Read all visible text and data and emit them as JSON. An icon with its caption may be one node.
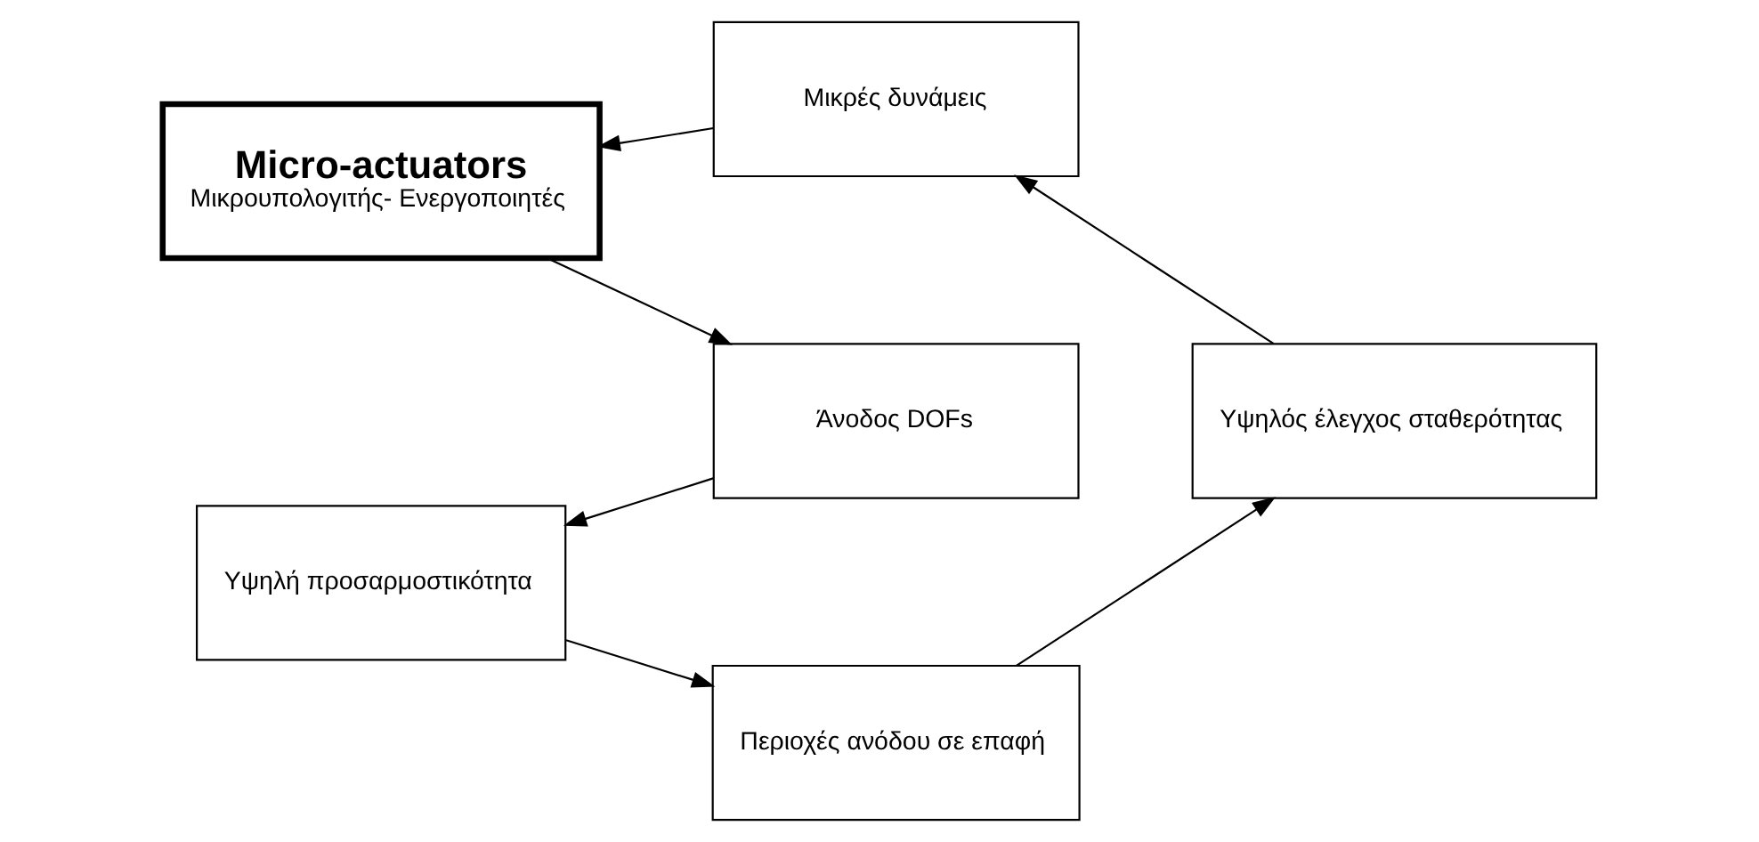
{
  "diagram": {
    "nodes": [
      {
        "text": [
          "Micro-actuators",
          "Μικρουπολογιτής- Ενεργοποιητές"
        ]
      },
      {
        "text": [
          "Μικρές δυνάμεις"
        ]
      },
      {
        "text": [
          "Άνοδος DOFs"
        ]
      },
      {
        "text": [
          "Υψηλός έλεγχος σταθερότητας"
        ]
      },
      {
        "text": [
          "Υψηλή προσαρμοστικότητα"
        ]
      },
      {
        "text": [
          "Περιοχές ανόδου σε επαφή"
        ]
      }
    ],
    "edges": [
      {
        "from": 1,
        "to": 0,
        "arrow": "to"
      },
      {
        "from": 0,
        "to": 2,
        "arrow": "to"
      },
      {
        "from": 2,
        "to": 4,
        "arrow": "to"
      },
      {
        "from": 4,
        "to": 5,
        "arrow": "to"
      },
      {
        "from": 5,
        "to": 3,
        "arrow": "to"
      },
      {
        "from": 3,
        "to": 1,
        "arrow": "to"
      }
    ]
  }
}
